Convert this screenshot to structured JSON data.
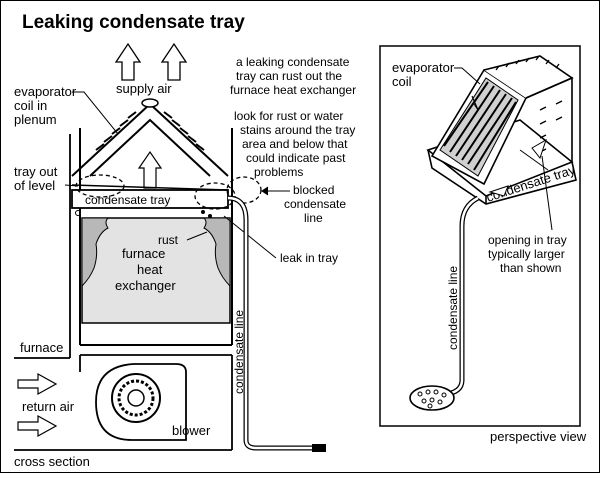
{
  "title": "Leaking condensate tray",
  "notes": {
    "line1": "a leaking condensate",
    "line2": "tray  can rust out the",
    "line3": "furnace heat exchanger",
    "line4": "look for rust or water",
    "line5": "stains around the tray",
    "line6": "area and below that",
    "line7": "could indicate past",
    "line8": "problems"
  },
  "cross_section": {
    "supply_air": "supply  air",
    "evaporator_line1": "evaporator",
    "evaporator_line2": "coil in",
    "evaporator_line3": "plenum",
    "tray_out_line1": "tray out",
    "tray_out_line2": "of level",
    "condensate_tray": "condensate tray",
    "rust": "rust",
    "heat_line1": "furnace",
    "heat_line2": "heat",
    "heat_line3": "exchanger",
    "blocked_line1": "blocked",
    "blocked_line2": "condensate",
    "blocked_line3": "line",
    "leak_in_tray": "leak in tray",
    "furnace": "furnace",
    "return_air": "return  air",
    "blower": "blower",
    "condensate_line": "condensate line",
    "caption": "cross section"
  },
  "perspective": {
    "evaporator_line1": "evaporator",
    "evaporator_line2": "coil",
    "condensate_tray": "condensate tray",
    "condensate_line": "condensate line",
    "opening_line1": "opening in tray",
    "opening_line2": "typically larger",
    "opening_line3": "than shown",
    "caption": "perspective view"
  },
  "colors": {
    "ink": "#000000",
    "panel": "#e3e3e3",
    "rust": "#b8b8b8",
    "paper": "#ffffff"
  }
}
